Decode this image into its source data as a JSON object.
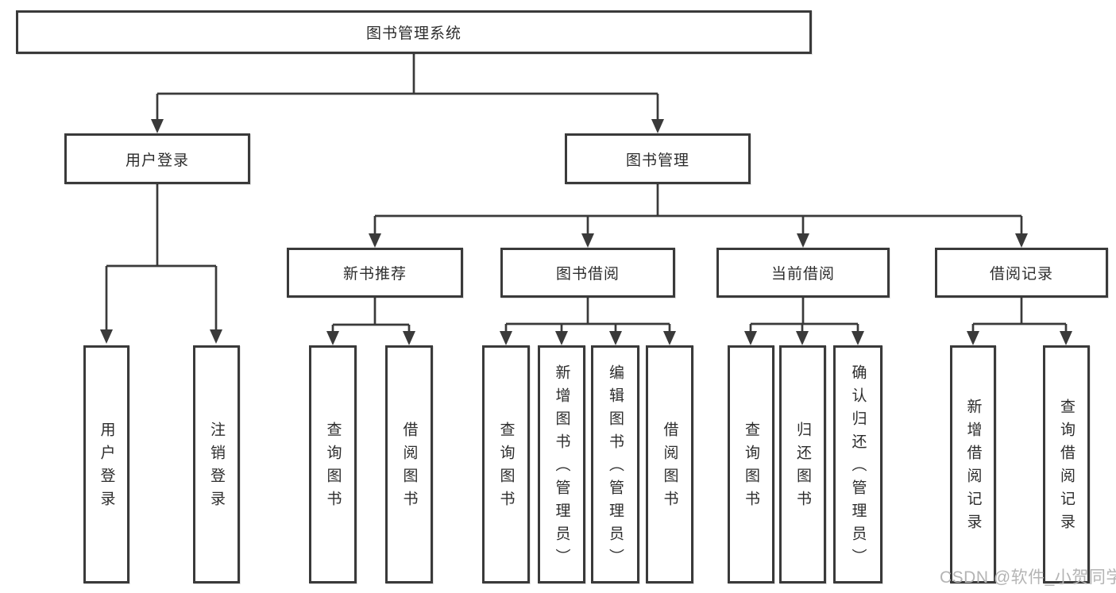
{
  "diagram": {
    "type": "hierarchy-tree",
    "title": "图书管理系统",
    "watermark": "CSDN @软件_小贺同学",
    "colors": {
      "line": "#3a3a3a",
      "box_border": "#3a3a3a",
      "text": "#2d2d2d",
      "watermark": "#b4b4b4",
      "background": "#ffffff"
    },
    "nodes": {
      "root": {
        "label": "图书管理系统"
      },
      "user_login": {
        "label": "用户登录"
      },
      "book_mgmt": {
        "label": "图书管理"
      },
      "new_book_rec": {
        "label": "新书推荐"
      },
      "book_borrow": {
        "label": "图书借阅"
      },
      "current_borrow": {
        "label": "当前借阅"
      },
      "borrow_record": {
        "label": "借阅记录"
      },
      "ul_user_login": {
        "label": "用户登录"
      },
      "ul_logout": {
        "label": "注销登录"
      },
      "nr_query_book": {
        "label": "查询图书"
      },
      "nr_borrow_book": {
        "label": "借阅图书"
      },
      "bb_query_book": {
        "label": "查询图书"
      },
      "bb_add_book": {
        "label": "新增图书（管理员）"
      },
      "bb_edit_book": {
        "label": "编辑图书（管理员）"
      },
      "bb_borrow_book": {
        "label": "借阅图书"
      },
      "cb_query_book": {
        "label": "查询图书"
      },
      "cb_return_book": {
        "label": "归还图书"
      },
      "cb_confirm_return": {
        "label": "确认归还（管理员）"
      },
      "br_add_record": {
        "label": "新增借阅记录"
      },
      "br_query_record": {
        "label": "查询借阅记录"
      }
    },
    "hierarchy": {
      "图书管理系统": {
        "用户登录": [
          "用户登录",
          "注销登录"
        ],
        "图书管理": {
          "新书推荐": [
            "查询图书",
            "借阅图书"
          ],
          "图书借阅": [
            "查询图书",
            "新增图书（管理员）",
            "编辑图书（管理员）",
            "借阅图书"
          ],
          "当前借阅": [
            "查询图书",
            "归还图书",
            "确认归还（管理员）"
          ],
          "借阅记录": [
            "新增借阅记录",
            "查询借阅记录"
          ]
        }
      }
    }
  }
}
